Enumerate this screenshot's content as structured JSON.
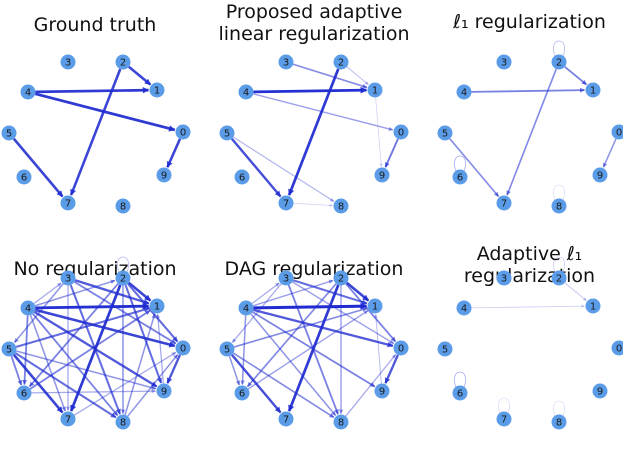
{
  "nodes": [
    "0",
    "1",
    "2",
    "3",
    "4",
    "5",
    "6",
    "7",
    "8",
    "9"
  ],
  "colors": {
    "node": "#5b9ce8",
    "edge": "#1f2bd0",
    "title": "#111111"
  },
  "panels": [
    {
      "id": "ground-truth",
      "title": "Ground truth",
      "edges": [
        {
          "from": "4",
          "to": "1",
          "w": 0.85
        },
        {
          "from": "4",
          "to": "0",
          "w": 0.85
        },
        {
          "from": "2",
          "to": "1",
          "w": 0.8
        },
        {
          "from": "2",
          "to": "7",
          "w": 0.8
        },
        {
          "from": "5",
          "to": "7",
          "w": 0.8
        },
        {
          "from": "0",
          "to": "9",
          "w": 0.8
        }
      ]
    },
    {
      "id": "adaptive-linear",
      "title": "Proposed adaptive\nlinear regularization",
      "edges": [
        {
          "from": "4",
          "to": "1",
          "w": 0.9
        },
        {
          "from": "4",
          "to": "0",
          "w": 0.35
        },
        {
          "from": "3",
          "to": "1",
          "w": 0.45
        },
        {
          "from": "2",
          "to": "7",
          "w": 0.85
        },
        {
          "from": "5",
          "to": "7",
          "w": 0.75
        },
        {
          "from": "5",
          "to": "8",
          "w": 0.25
        },
        {
          "from": "0",
          "to": "9",
          "w": 0.55
        },
        {
          "from": "2",
          "to": "1",
          "w": 0.2
        },
        {
          "from": "7",
          "to": "8",
          "w": 0.1
        },
        {
          "from": "1",
          "to": "9",
          "w": 0.1
        }
      ]
    },
    {
      "id": "l1",
      "title": "ℓ₁ regularization",
      "edges": [
        {
          "from": "4",
          "to": "1",
          "w": 0.5
        },
        {
          "from": "2",
          "to": "1",
          "w": 0.5
        },
        {
          "from": "2",
          "to": "7",
          "w": 0.45
        },
        {
          "from": "5",
          "to": "7",
          "w": 0.45
        },
        {
          "from": "0",
          "to": "9",
          "w": 0.4
        },
        {
          "from": "2",
          "to": "2",
          "w": 0.25
        },
        {
          "from": "6",
          "to": "6",
          "w": 0.3
        },
        {
          "from": "8",
          "to": "8",
          "w": 0.1
        }
      ]
    },
    {
      "id": "no-reg",
      "title": "No regularization",
      "edges": [
        {
          "from": "4",
          "to": "1",
          "w": 0.9
        },
        {
          "from": "4",
          "to": "0",
          "w": 0.8
        },
        {
          "from": "4",
          "to": "9",
          "w": 0.7
        },
        {
          "from": "4",
          "to": "8",
          "w": 0.5
        },
        {
          "from": "4",
          "to": "6",
          "w": 0.5
        },
        {
          "from": "4",
          "to": "7",
          "w": 0.4
        },
        {
          "from": "4",
          "to": "2",
          "w": 0.4
        },
        {
          "from": "4",
          "to": "3",
          "w": 0.3
        },
        {
          "from": "2",
          "to": "1",
          "w": 0.8
        },
        {
          "from": "2",
          "to": "7",
          "w": 0.85
        },
        {
          "from": "2",
          "to": "0",
          "w": 0.6
        },
        {
          "from": "2",
          "to": "9",
          "w": 0.6
        },
        {
          "from": "2",
          "to": "6",
          "w": 0.5
        },
        {
          "from": "2",
          "to": "8",
          "w": 0.4
        },
        {
          "from": "2",
          "to": "2",
          "w": 0.25
        },
        {
          "from": "3",
          "to": "1",
          "w": 0.7
        },
        {
          "from": "3",
          "to": "8",
          "w": 0.6
        },
        {
          "from": "3",
          "to": "0",
          "w": 0.5
        },
        {
          "from": "3",
          "to": "5",
          "w": 0.4
        },
        {
          "from": "3",
          "to": "7",
          "w": 0.3
        },
        {
          "from": "5",
          "to": "7",
          "w": 0.8
        },
        {
          "from": "5",
          "to": "8",
          "w": 0.6
        },
        {
          "from": "5",
          "to": "6",
          "w": 0.5
        },
        {
          "from": "5",
          "to": "1",
          "w": 0.6
        },
        {
          "from": "5",
          "to": "9",
          "w": 0.4
        },
        {
          "from": "0",
          "to": "9",
          "w": 0.7
        },
        {
          "from": "6",
          "to": "1",
          "w": 0.5
        },
        {
          "from": "8",
          "to": "1",
          "w": 0.4
        },
        {
          "from": "8",
          "to": "0",
          "w": 0.4
        },
        {
          "from": "7",
          "to": "0",
          "w": 0.3
        },
        {
          "from": "9",
          "to": "1",
          "w": 0.3
        },
        {
          "from": "6",
          "to": "9",
          "w": 0.3
        }
      ]
    },
    {
      "id": "dag",
      "title": "DAG regularization",
      "edges": [
        {
          "from": "4",
          "to": "1",
          "w": 0.95
        },
        {
          "from": "4",
          "to": "0",
          "w": 0.7
        },
        {
          "from": "4",
          "to": "9",
          "w": 0.5
        },
        {
          "from": "4",
          "to": "8",
          "w": 0.4
        },
        {
          "from": "4",
          "to": "6",
          "w": 0.4
        },
        {
          "from": "4",
          "to": "2",
          "w": 0.35
        },
        {
          "from": "4",
          "to": "3",
          "w": 0.3
        },
        {
          "from": "2",
          "to": "1",
          "w": 0.8
        },
        {
          "from": "2",
          "to": "7",
          "w": 0.85
        },
        {
          "from": "2",
          "to": "0",
          "w": 0.5
        },
        {
          "from": "2",
          "to": "6",
          "w": 0.45
        },
        {
          "from": "2",
          "to": "8",
          "w": 0.35
        },
        {
          "from": "3",
          "to": "1",
          "w": 0.6
        },
        {
          "from": "3",
          "to": "8",
          "w": 0.5
        },
        {
          "from": "3",
          "to": "0",
          "w": 0.35
        },
        {
          "from": "3",
          "to": "5",
          "w": 0.3
        },
        {
          "from": "5",
          "to": "7",
          "w": 0.75
        },
        {
          "from": "5",
          "to": "8",
          "w": 0.45
        },
        {
          "from": "5",
          "to": "6",
          "w": 0.4
        },
        {
          "from": "5",
          "to": "1",
          "w": 0.45
        },
        {
          "from": "0",
          "to": "9",
          "w": 0.7
        },
        {
          "from": "6",
          "to": "1",
          "w": 0.35
        },
        {
          "from": "8",
          "to": "0",
          "w": 0.3
        },
        {
          "from": "9",
          "to": "1",
          "w": 0.2
        }
      ]
    },
    {
      "id": "adaptive-l1",
      "title": "Adaptive  ℓ₁\nregularization",
      "edges": [
        {
          "from": "4",
          "to": "1",
          "w": 0.12
        },
        {
          "from": "2",
          "to": "1",
          "w": 0.15
        },
        {
          "from": "2",
          "to": "2",
          "w": 0.2
        },
        {
          "from": "6",
          "to": "6",
          "w": 0.3
        },
        {
          "from": "7",
          "to": "7",
          "w": 0.1
        },
        {
          "from": "8",
          "to": "8",
          "w": 0.1
        }
      ]
    }
  ]
}
